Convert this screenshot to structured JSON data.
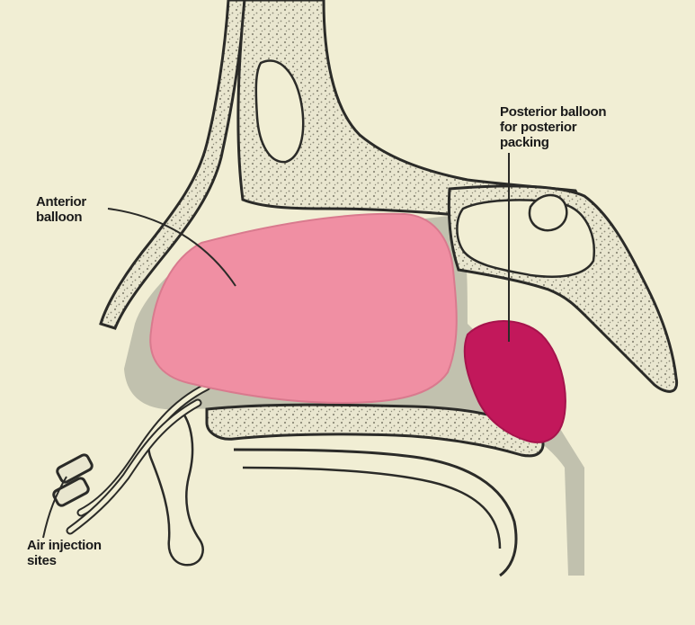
{
  "figure": {
    "top_caption": "",
    "colors": {
      "paper": "#f1eed4",
      "bone_outline": "#2b2b28",
      "bone_fill": "#e9e6cf",
      "bone_texture": "#8c8a78",
      "mucosa": "#b9b8a7",
      "anterior_balloon": "#f08fa3",
      "posterior_balloon": "#c2185b",
      "top_text": "#1e5bd8"
    },
    "labels": {
      "anterior_balloon": [
        "Anterior",
        "balloon"
      ],
      "posterior_balloon": [
        "Posterior balloon",
        "for posterior",
        "packing"
      ],
      "air_injection_valves": [
        "Air injection",
        "sites"
      ]
    }
  }
}
